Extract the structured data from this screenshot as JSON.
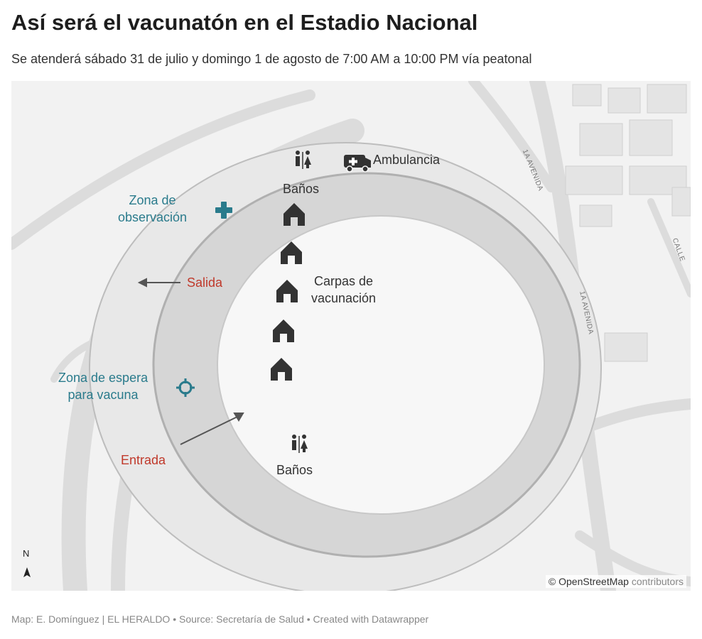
{
  "header": {
    "title": "Así será el vacunatón en el Estadio Nacional",
    "subtitle": "Se atenderá sábado 31 de julio y domingo 1 de agosto de 7:00 AM a 10:00 PM vía peatonal"
  },
  "map": {
    "labels": {
      "zona_observacion_line1": "Zona de",
      "zona_observacion_line2": "observación",
      "salida": "Salida",
      "zona_espera_line1": "Zona de espera",
      "zona_espera_line2": "para vacuna",
      "entrada": "Entrada",
      "banos_top": "Baños",
      "banos_bottom": "Baños",
      "ambulancia": "Ambulancia",
      "carpas_line1": "Carpas de",
      "carpas_line2": "vacunación"
    },
    "streets": {
      "avenida_top": "1A AVENIDA",
      "avenida_right": "1A AVENIDA",
      "calle": "CALLE"
    },
    "north_label": "N",
    "attribution": {
      "prefix": "© ",
      "source": "OpenStreetMap",
      "suffix": " contributors"
    },
    "icons": [
      "restroom-icon",
      "ambulance-icon",
      "medical-cross-icon",
      "crosshair-icon",
      "tent-icon",
      "north-arrow-icon"
    ],
    "colors": {
      "teal": "#2a7b8c",
      "red": "#c0392b",
      "icon_dark": "#333333"
    }
  },
  "footer": {
    "credits": "Map: E. Domínguez | EL HERALDO • Source: Secretaría de Salud • Created with Datawrapper"
  }
}
